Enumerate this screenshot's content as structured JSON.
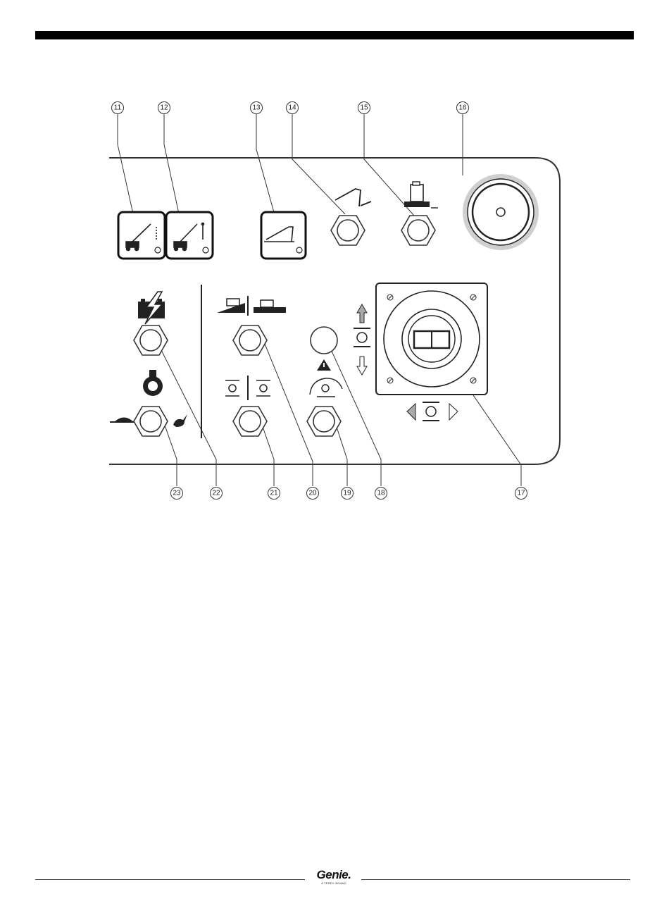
{
  "callouts": {
    "c11": "11",
    "c12": "12",
    "c13": "13",
    "c14": "14",
    "c15": "15",
    "c16": "16",
    "c17": "17",
    "c18": "18",
    "c19": "19",
    "c20": "20",
    "c21": "21",
    "c22": "22",
    "c23": "23"
  },
  "footer": {
    "brand": "Genie.",
    "tagline": "A TEREX BRAND"
  },
  "colors": {
    "ink": "#1a1a1a",
    "panel_stroke": "#333333",
    "ring_grey": "#cfcfcf"
  },
  "icons": [
    "battery-lightning-icon",
    "engine-icon",
    "turtle-icon",
    "rabbit-icon",
    "boom-icon",
    "drive-enable-icon",
    "warning-icon",
    "arrow-up-icon",
    "arrow-down-icon",
    "arrow-left-icon",
    "arrow-right-icon",
    "machine-icon"
  ]
}
